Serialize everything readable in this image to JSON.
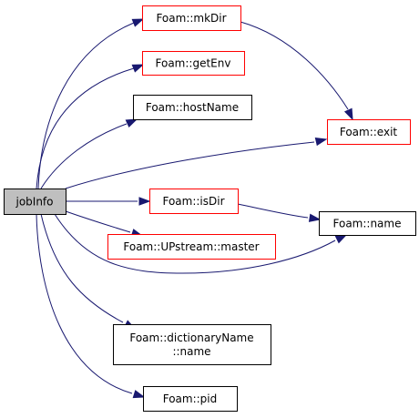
{
  "graph": {
    "colors": {
      "root_fill": "#bfbfbf",
      "root_stroke": "#000000",
      "linked_stroke": "#ff0000",
      "plain_stroke": "#000000",
      "node_fill": "#ffffff",
      "edge": "#191970"
    },
    "nodes": [
      {
        "id": "jobinfo",
        "lines": [
          "jobInfo"
        ],
        "style": "root"
      },
      {
        "id": "mkdir",
        "lines": [
          "Foam::mkDir"
        ],
        "style": "linked"
      },
      {
        "id": "getenv",
        "lines": [
          "Foam::getEnv"
        ],
        "style": "linked"
      },
      {
        "id": "hostname",
        "lines": [
          "Foam::hostName"
        ],
        "style": "plain"
      },
      {
        "id": "exit",
        "lines": [
          "Foam::exit"
        ],
        "style": "linked"
      },
      {
        "id": "isdir",
        "lines": [
          "Foam::isDir"
        ],
        "style": "linked"
      },
      {
        "id": "name",
        "lines": [
          "Foam::name"
        ],
        "style": "plain"
      },
      {
        "id": "master",
        "lines": [
          "Foam::UPstream::master"
        ],
        "style": "linked"
      },
      {
        "id": "dictname",
        "lines": [
          "Foam::dictionaryName",
          "::name"
        ],
        "style": "plain"
      },
      {
        "id": "pid",
        "lines": [
          "Foam::pid"
        ],
        "style": "plain"
      }
    ],
    "edges": [
      {
        "from": "jobinfo",
        "to": "mkdir"
      },
      {
        "from": "jobinfo",
        "to": "getenv"
      },
      {
        "from": "jobinfo",
        "to": "hostname"
      },
      {
        "from": "jobinfo",
        "to": "exit"
      },
      {
        "from": "jobinfo",
        "to": "isdir"
      },
      {
        "from": "jobinfo",
        "to": "master"
      },
      {
        "from": "jobinfo",
        "to": "name"
      },
      {
        "from": "jobinfo",
        "to": "dictname"
      },
      {
        "from": "jobinfo",
        "to": "pid"
      },
      {
        "from": "mkdir",
        "to": "exit"
      },
      {
        "from": "isdir",
        "to": "name"
      }
    ]
  }
}
